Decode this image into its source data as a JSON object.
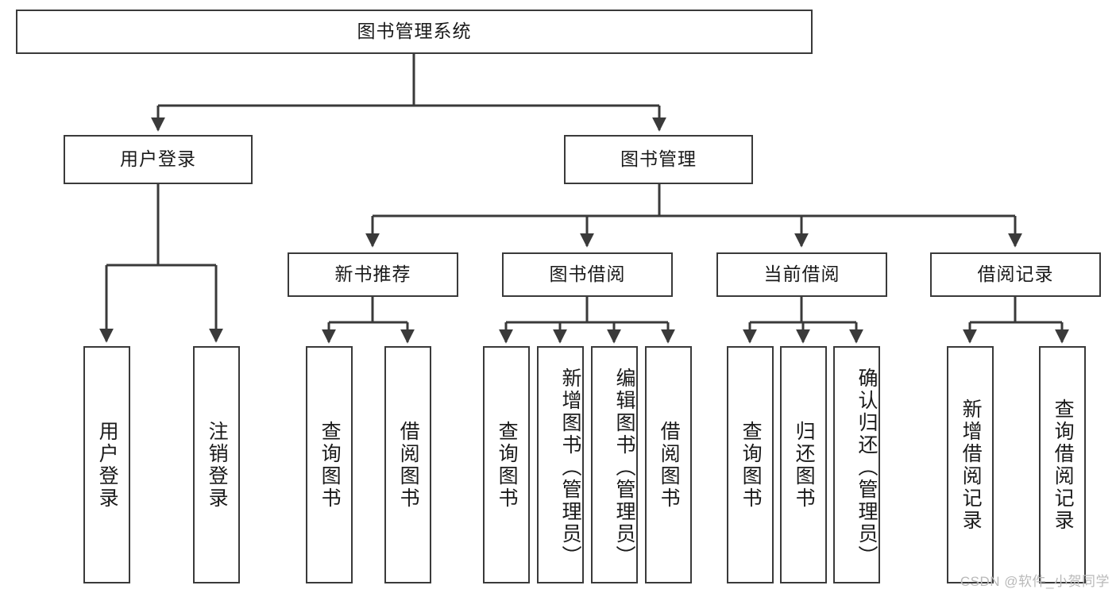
{
  "diagram": {
    "type": "tree-hierarchy-chart",
    "title": "图书管理系统",
    "watermark": "CSDN @软件_小贺同学",
    "line_color": "#3a3a3a",
    "box_fill": "#ffffff",
    "text_color": "#1a1a1a",
    "nodes": {
      "root": {
        "label": "图书管理系统",
        "level": 1
      },
      "level2": [
        {
          "id": "user-login",
          "label": "用户登录"
        },
        {
          "id": "book-manage",
          "label": "图书管理"
        }
      ],
      "level3": [
        {
          "id": "new-book-recommend",
          "label": "新书推荐",
          "parent": "book-manage"
        },
        {
          "id": "book-borrow",
          "label": "图书借阅",
          "parent": "book-manage"
        },
        {
          "id": "current-borrow",
          "label": "当前借阅",
          "parent": "book-manage"
        },
        {
          "id": "borrow-record",
          "label": "借阅记录",
          "parent": "book-manage"
        }
      ],
      "leaves": [
        {
          "id": "leaf-user-login",
          "label": "用户登录",
          "parent": "user-login",
          "align": "centered"
        },
        {
          "id": "leaf-user-logout",
          "label": "注销登录",
          "parent": "user-login",
          "align": "centered"
        },
        {
          "id": "leaf-query-book-1",
          "label": "查询图书",
          "parent": "new-book-recommend",
          "align": "centered"
        },
        {
          "id": "leaf-borrow-book-1",
          "label": "借阅图书",
          "parent": "new-book-recommend",
          "align": "centered"
        },
        {
          "id": "leaf-query-book-2",
          "label": "查询图书",
          "parent": "book-borrow",
          "align": "centered"
        },
        {
          "id": "leaf-add-book",
          "label": "新增图书（管理员）",
          "parent": "book-borrow",
          "align": "top"
        },
        {
          "id": "leaf-edit-book",
          "label": "编辑图书（管理员）",
          "parent": "book-borrow",
          "align": "top"
        },
        {
          "id": "leaf-borrow-book-2",
          "label": "借阅图书",
          "parent": "book-borrow",
          "align": "centered"
        },
        {
          "id": "leaf-query-book-3",
          "label": "查询图书",
          "parent": "current-borrow",
          "align": "centered"
        },
        {
          "id": "leaf-return-book",
          "label": "归还图书",
          "parent": "current-borrow",
          "align": "centered"
        },
        {
          "id": "leaf-confirm-return",
          "label": "确认归还（管理员）",
          "parent": "current-borrow",
          "align": "top"
        },
        {
          "id": "leaf-add-record",
          "label": "新增借阅记录",
          "parent": "borrow-record",
          "align": "centered"
        },
        {
          "id": "leaf-query-record",
          "label": "查询借阅记录",
          "parent": "borrow-record",
          "align": "centered"
        }
      ]
    }
  }
}
